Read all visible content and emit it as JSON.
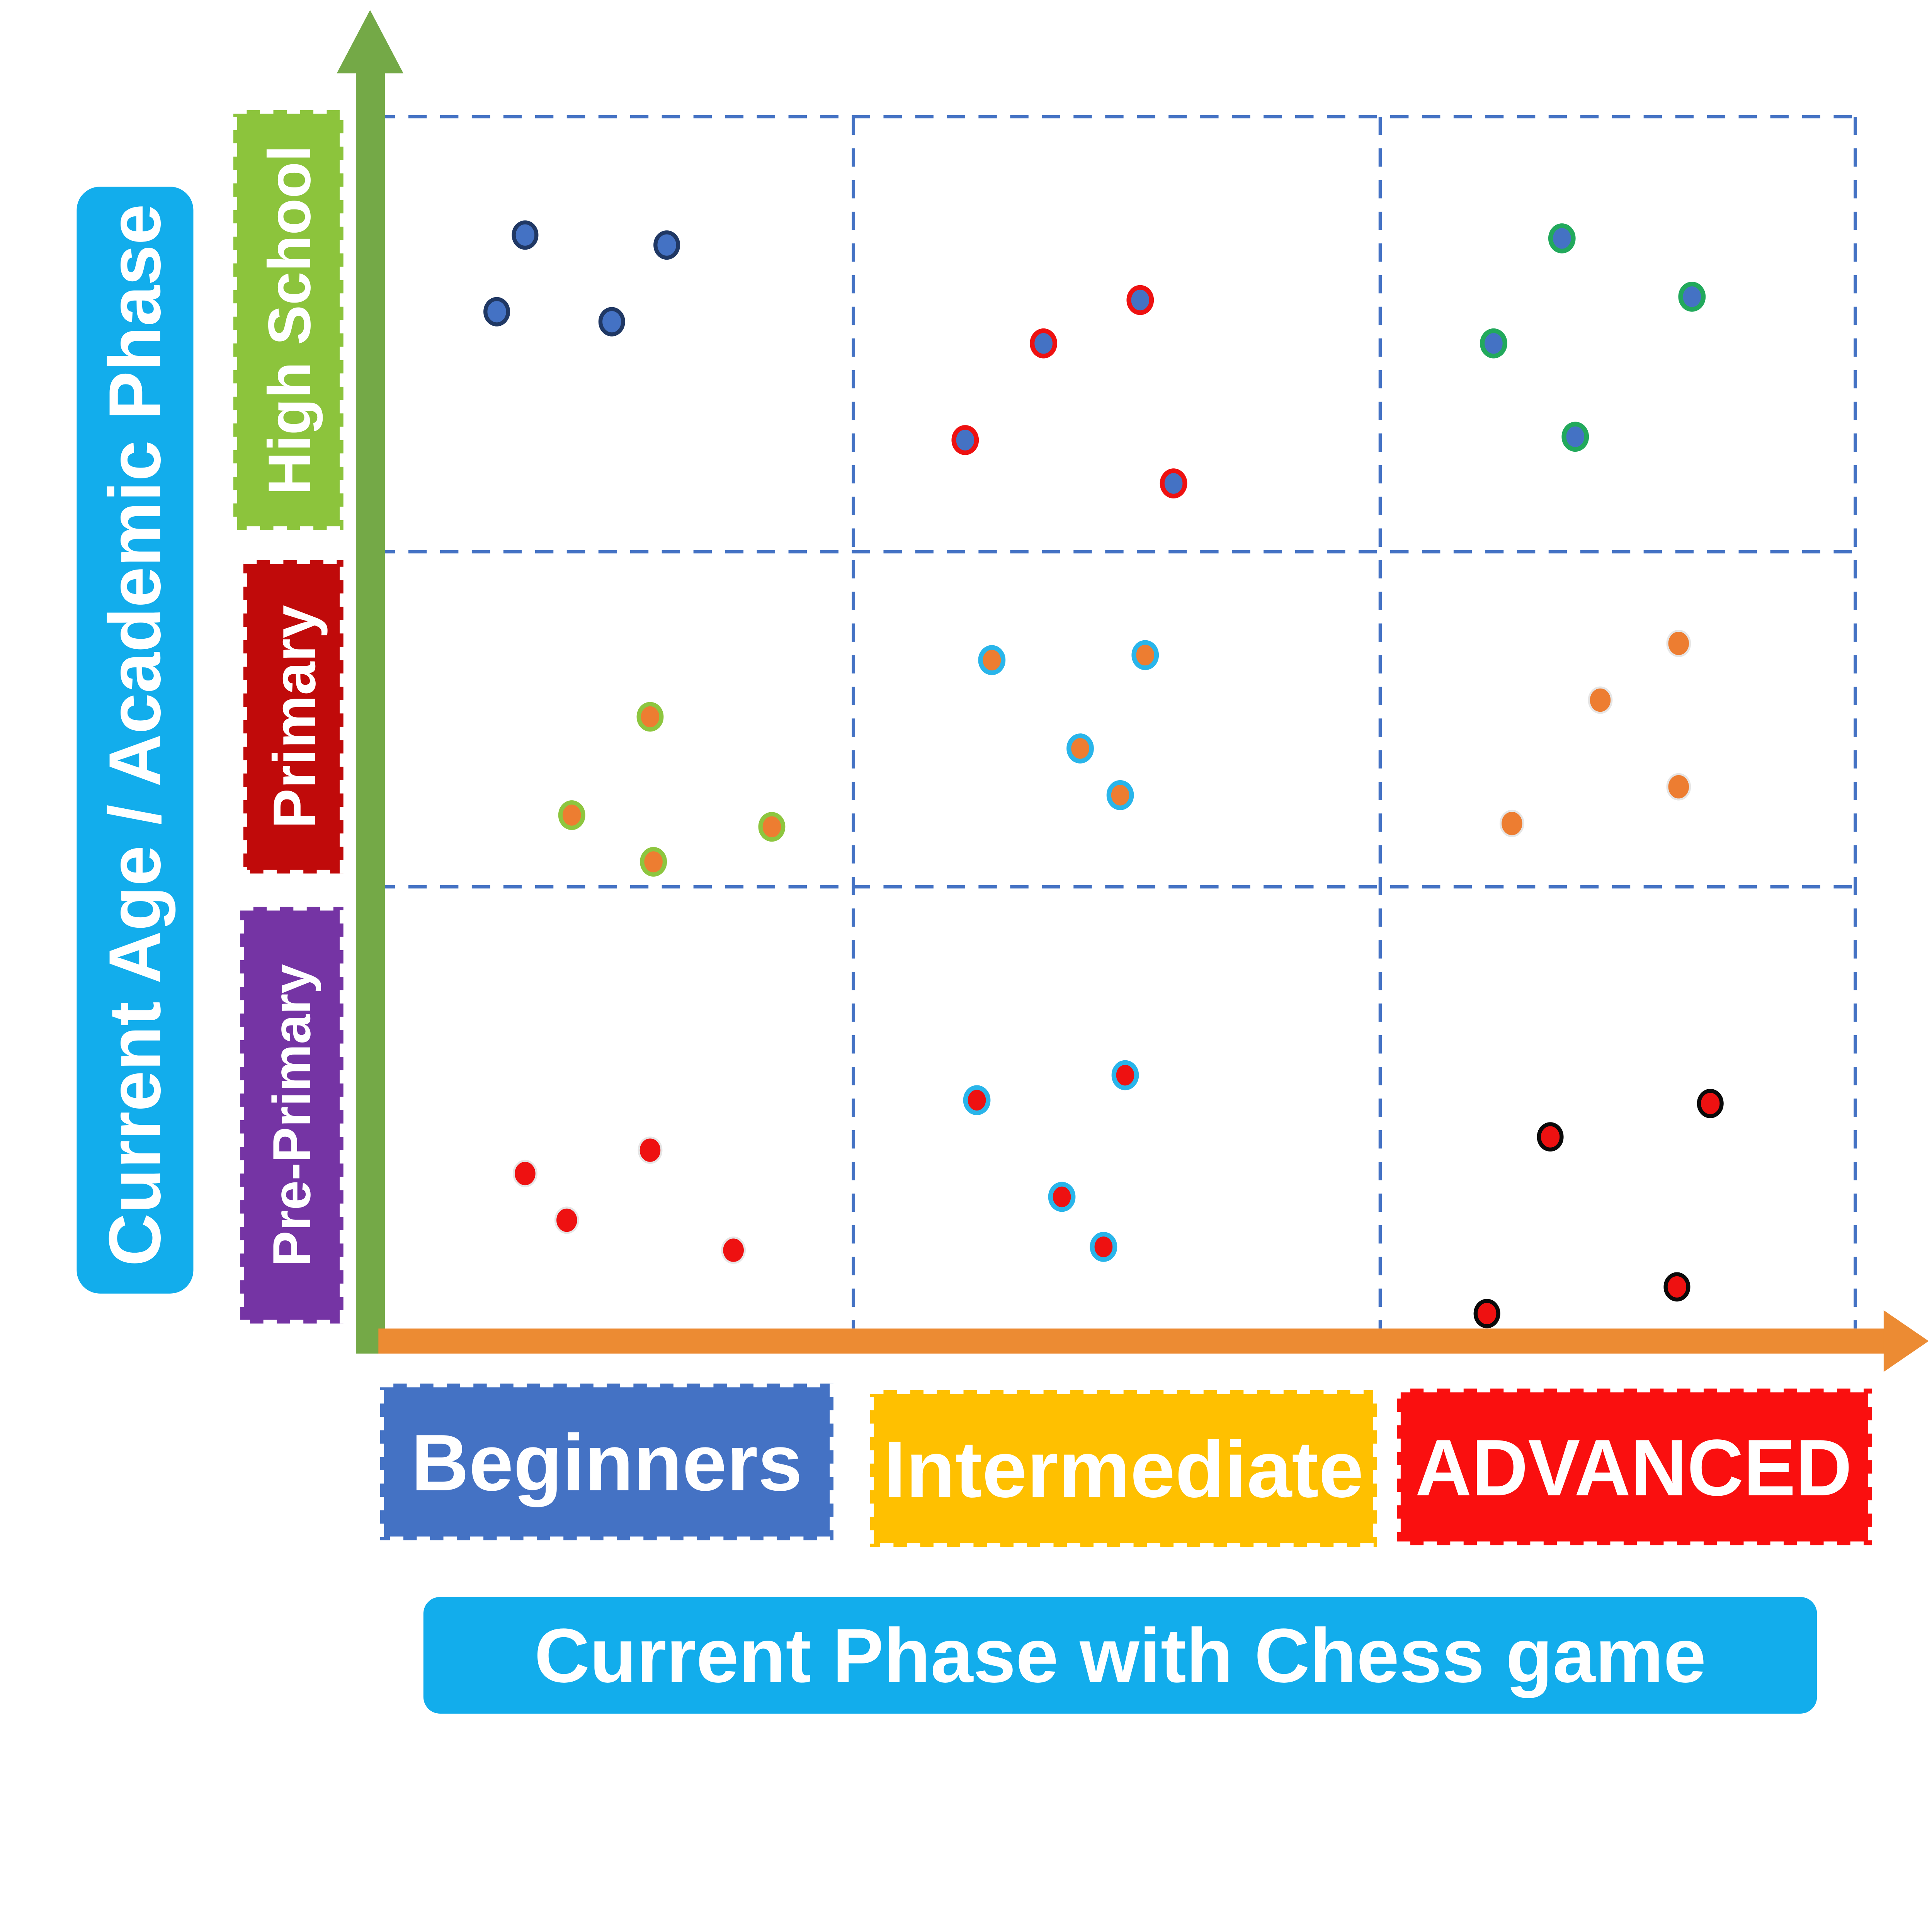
{
  "diagram": {
    "y_axis_title": "Current Age / Academic Phase",
    "x_axis_title": "Current Phase with Chess game",
    "y_categories": [
      {
        "label": "High School",
        "color": "#8CC43C"
      },
      {
        "label": "Primary",
        "color": "#C00A0A"
      },
      {
        "label": "Pre-Primary",
        "color": "#7534A4"
      }
    ],
    "x_categories": [
      {
        "label": "Beginners",
        "color": "#4472C4"
      },
      {
        "label": "Intermediate",
        "color": "#FFC000"
      },
      {
        "label": "ADVANCED",
        "color": "#FA0F0F"
      }
    ],
    "colors": {
      "y_arrow": "#74A947",
      "x_arrow": "#EC8B33",
      "grid_dash": "#4472C4",
      "axis_banner": "#12ADEC"
    }
  },
  "chart_data": {
    "type": "scatter",
    "title": "Current Phase with Chess game",
    "xlabel": "Current Phase with Chess game",
    "ylabel": "Current Age / Academic Phase",
    "x_categories": [
      "Beginners",
      "Intermediate",
      "ADVANCED"
    ],
    "y_categories": [
      "Pre-Primary",
      "Primary",
      "High School"
    ],
    "grid": "dashed 3x3 matrix, no numeric scale",
    "legend_position": "none",
    "cells": [
      {
        "x_category": "Beginners",
        "y_category": "High School",
        "count": 4,
        "marker": {
          "fill": "#4472C4",
          "stroke": "#203864",
          "stroke_width": 2.4
        },
        "points": [
          [
            315,
            141
          ],
          [
            400,
            147
          ],
          [
            298,
            187
          ],
          [
            367,
            193
          ]
        ]
      },
      {
        "x_category": "Intermediate",
        "y_category": "High School",
        "count": 4,
        "marker": {
          "fill": "#4472C4",
          "stroke": "#EE1111",
          "stroke_width": 2.8
        },
        "points": [
          [
            684,
            180
          ],
          [
            626,
            206
          ],
          [
            579,
            264
          ],
          [
            704,
            290
          ]
        ]
      },
      {
        "x_category": "ADVANCED",
        "y_category": "High School",
        "count": 4,
        "marker": {
          "fill": "#4472C4",
          "stroke": "#22A95C",
          "stroke_width": 2.8
        },
        "points": [
          [
            937,
            143
          ],
          [
            1015,
            178
          ],
          [
            896,
            206
          ],
          [
            945,
            262
          ]
        ]
      },
      {
        "x_category": "Beginners",
        "y_category": "Primary",
        "count": 4,
        "marker": {
          "fill": "#ED7D31",
          "stroke": "#8DC63F",
          "stroke_width": 2.6
        },
        "points": [
          [
            390,
            430
          ],
          [
            343,
            489
          ],
          [
            463,
            496
          ],
          [
            392,
            517
          ]
        ]
      },
      {
        "x_category": "Intermediate",
        "y_category": "Primary",
        "count": 4,
        "marker": {
          "fill": "#ED7D31",
          "stroke": "#29B5EA",
          "stroke_width": 2.8
        },
        "points": [
          [
            595,
            396
          ],
          [
            687,
            393
          ],
          [
            648,
            449
          ],
          [
            672,
            477
          ]
        ]
      },
      {
        "x_category": "ADVANCED",
        "y_category": "Primary",
        "count": 4,
        "marker": {
          "fill": "#ED7D31",
          "stroke": "#E6E6E6",
          "stroke_width": 1.2
        },
        "points": [
          [
            1007,
            386
          ],
          [
            960,
            420
          ],
          [
            1007,
            472
          ],
          [
            907,
            494
          ]
        ]
      },
      {
        "x_category": "Beginners",
        "y_category": "Pre-Primary",
        "count": 4,
        "marker": {
          "fill": "#EE1111",
          "stroke": "#E6E6E6",
          "stroke_width": 1.2
        },
        "points": [
          [
            315,
            704
          ],
          [
            340,
            732
          ],
          [
            390,
            690
          ],
          [
            440,
            750
          ]
        ]
      },
      {
        "x_category": "Intermediate",
        "y_category": "Pre-Primary",
        "count": 4,
        "marker": {
          "fill": "#EE1111",
          "stroke": "#29B5EA",
          "stroke_width": 2.8
        },
        "points": [
          [
            586,
            660
          ],
          [
            675,
            645
          ],
          [
            637,
            718
          ],
          [
            662,
            748
          ]
        ]
      },
      {
        "x_category": "ADVANCED",
        "y_category": "Pre-Primary",
        "count": 4,
        "marker": {
          "fill": "#EE1111",
          "stroke": "#0A0A0A",
          "stroke_width": 2.4
        },
        "points": [
          [
            1026,
            662
          ],
          [
            930,
            682
          ],
          [
            1006,
            772
          ],
          [
            892,
            788
          ]
        ]
      }
    ]
  }
}
